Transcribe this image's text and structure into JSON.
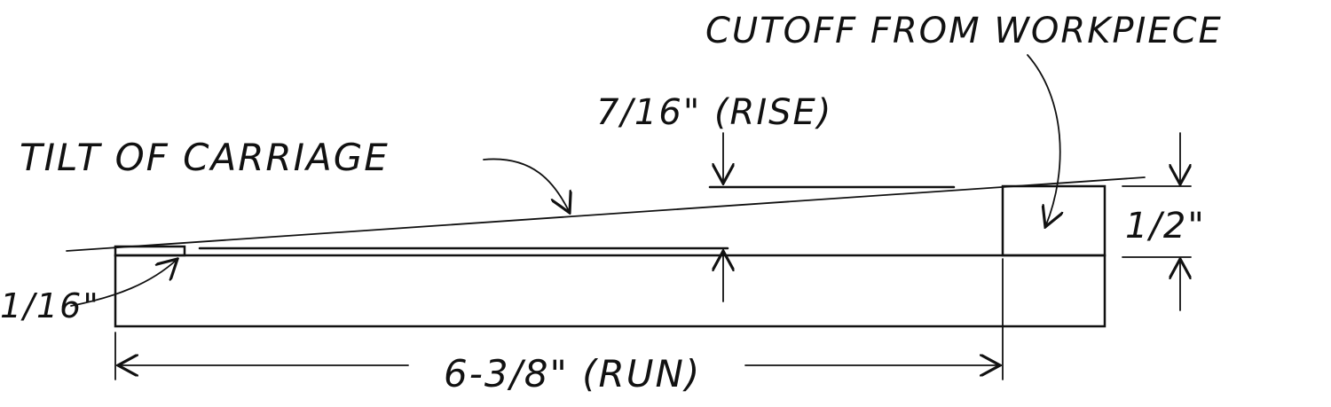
{
  "labels": {
    "cutoff": "CUTOFF FROM WORKPIECE",
    "rise": "7/16\" (RISE)",
    "tilt": "TILT OF CARRIAGE",
    "small_offset": "1/16\"",
    "block_height": "1/2\"",
    "run": "6-3/8\" (RUN)"
  },
  "colors": {
    "wood": "#bcdcf2",
    "wood_stripe": "#a6cfec",
    "ink": "#111111"
  }
}
